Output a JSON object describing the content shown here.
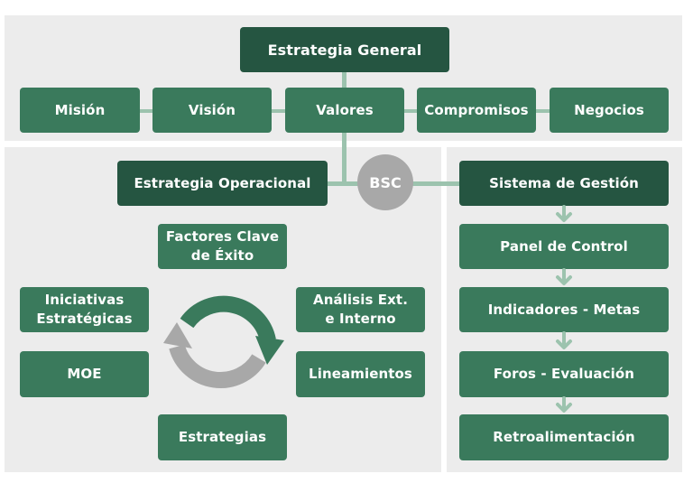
{
  "colors": {
    "box": "#3a7a5c",
    "box_dark": "#255541",
    "connector": "#9cc3ae",
    "panel": "#ececec",
    "circle": "#a8a8a8"
  },
  "top": {
    "title": "Estrategia General",
    "items": [
      "Misión",
      "Visión",
      "Valores",
      "Compromisos",
      "Negocios"
    ]
  },
  "center": {
    "bsc": "BSC"
  },
  "left": {
    "title": "Estrategia Operacional",
    "factores": "Factores Clave\nde Éxito",
    "iniciativas": "Iniciativas\nEstratégicas",
    "moe": "MOE",
    "analisis": "Análisis Ext.\ne Interno",
    "lineamientos": "Lineamientos",
    "estrategias": "Estrategias",
    "cycle_icon": "cycle-arrows-icon"
  },
  "right": {
    "title": "Sistema de Gestión",
    "steps": [
      "Panel de Control",
      "Indicadores - Metas",
      "Foros - Evaluación",
      "Retroalimentación"
    ]
  }
}
